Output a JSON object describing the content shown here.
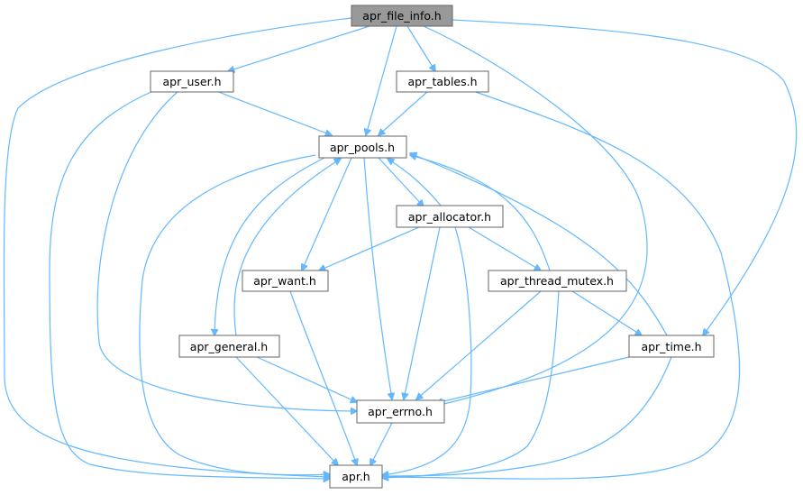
{
  "diagram": {
    "title": "",
    "edge_color": "#63b8ff",
    "root_fill": "#999999",
    "node_fill": "#ffffff",
    "node_border": "#666666",
    "nodes": [
      {
        "id": "apr_file_info",
        "label": "apr_file_info.h",
        "root": true
      },
      {
        "id": "apr_user",
        "label": "apr_user.h"
      },
      {
        "id": "apr_tables",
        "label": "apr_tables.h"
      },
      {
        "id": "apr_pools",
        "label": "apr_pools.h"
      },
      {
        "id": "apr_allocator",
        "label": "apr_allocator.h"
      },
      {
        "id": "apr_want",
        "label": "apr_want.h"
      },
      {
        "id": "apr_thread_mutex",
        "label": "apr_thread_mutex.h"
      },
      {
        "id": "apr_general",
        "label": "apr_general.h"
      },
      {
        "id": "apr_time",
        "label": "apr_time.h"
      },
      {
        "id": "apr_errno",
        "label": "apr_errno.h"
      },
      {
        "id": "apr",
        "label": "apr.h"
      }
    ],
    "edges": [
      {
        "from": "apr_file_info",
        "to": "apr_user"
      },
      {
        "from": "apr_file_info",
        "to": "apr_tables"
      },
      {
        "from": "apr_file_info",
        "to": "apr_pools"
      },
      {
        "from": "apr_file_info",
        "to": "apr_errno"
      },
      {
        "from": "apr_file_info",
        "to": "apr_time"
      },
      {
        "from": "apr_file_info",
        "to": "apr"
      },
      {
        "from": "apr_user",
        "to": "apr_pools"
      },
      {
        "from": "apr_user",
        "to": "apr_errno"
      },
      {
        "from": "apr_user",
        "to": "apr"
      },
      {
        "from": "apr_tables",
        "to": "apr_pools"
      },
      {
        "from": "apr_tables",
        "to": "apr"
      },
      {
        "from": "apr_pools",
        "to": "apr_allocator"
      },
      {
        "from": "apr_pools",
        "to": "apr_want"
      },
      {
        "from": "apr_pools",
        "to": "apr_general"
      },
      {
        "from": "apr_pools",
        "to": "apr_errno"
      },
      {
        "from": "apr_pools",
        "to": "apr"
      },
      {
        "from": "apr_allocator",
        "to": "apr_pools"
      },
      {
        "from": "apr_allocator",
        "to": "apr_want"
      },
      {
        "from": "apr_allocator",
        "to": "apr_thread_mutex"
      },
      {
        "from": "apr_allocator",
        "to": "apr_errno"
      },
      {
        "from": "apr_allocator",
        "to": "apr"
      },
      {
        "from": "apr_want",
        "to": "apr"
      },
      {
        "from": "apr_thread_mutex",
        "to": "apr_pools"
      },
      {
        "from": "apr_thread_mutex",
        "to": "apr_time"
      },
      {
        "from": "apr_thread_mutex",
        "to": "apr_errno"
      },
      {
        "from": "apr_thread_mutex",
        "to": "apr"
      },
      {
        "from": "apr_general",
        "to": "apr_pools"
      },
      {
        "from": "apr_general",
        "to": "apr_errno"
      },
      {
        "from": "apr_general",
        "to": "apr"
      },
      {
        "from": "apr_time",
        "to": "apr_pools"
      },
      {
        "from": "apr_time",
        "to": "apr_errno"
      },
      {
        "from": "apr_time",
        "to": "apr"
      },
      {
        "from": "apr_errno",
        "to": "apr"
      }
    ]
  }
}
